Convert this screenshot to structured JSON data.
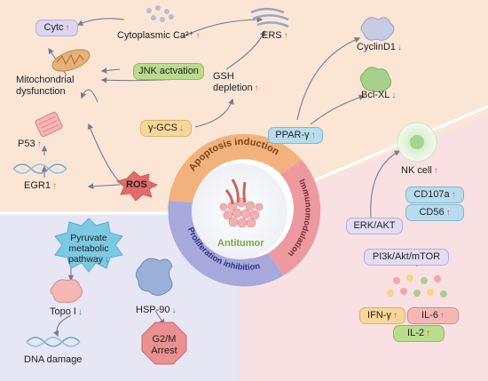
{
  "up_arrow": "↑",
  "down_arrow": "↓",
  "colors": {
    "apoptosis_bg": "#fbe6d6",
    "immuno_bg": "#f9e0e2",
    "prolif_bg": "#e6e6f4",
    "apoptosis_ring": "#f2b27d",
    "immuno_ring": "#ec9a9f",
    "prolif_ring": "#a7a9dc",
    "up": "#d9534f",
    "down": "#4a7cc9"
  },
  "center": {
    "label": "Antitumor"
  },
  "sections": {
    "apoptosis": "Apoptosis induction",
    "immuno": "Immunomodulation",
    "prolif": "Proliferation inhibition"
  },
  "apoptosis": {
    "cytc": "Cytc",
    "cyto_ca": "Cytoplasmic Ca²⁺",
    "ers": "ERS",
    "jnk": "JNK actvation",
    "gsh_line1": "GSH",
    "gsh_line2": "depletion",
    "mito_line1": "Mitochondrial",
    "mito_line2": "dysfunction",
    "ggcs": "γ-GCS",
    "p53": "P53",
    "egr1": "EGR1",
    "ros": "ROS",
    "ppar": "PPAR-γ",
    "cyclin": "CyclinD1",
    "bclxl": "Bcl-XL"
  },
  "immuno": {
    "nk": "NK cell",
    "cd107a": "CD107a",
    "cd56": "CD56",
    "erk": "ERK/AKT",
    "pi3k": "PI3k/Akt/mTOR",
    "ifn": "IFN-γ",
    "il6": "IL-6",
    "il2": "IL-2"
  },
  "prolif": {
    "pyruvate_line1": "Pyruvate",
    "pyruvate_line2": "metabolic",
    "pyruvate_line3": "pathway",
    "topo": "Topo I",
    "dna": "DNA damage",
    "hsp": "HSP-90",
    "g2m_line1": "G2/M",
    "g2m_line2": "Arrest"
  }
}
